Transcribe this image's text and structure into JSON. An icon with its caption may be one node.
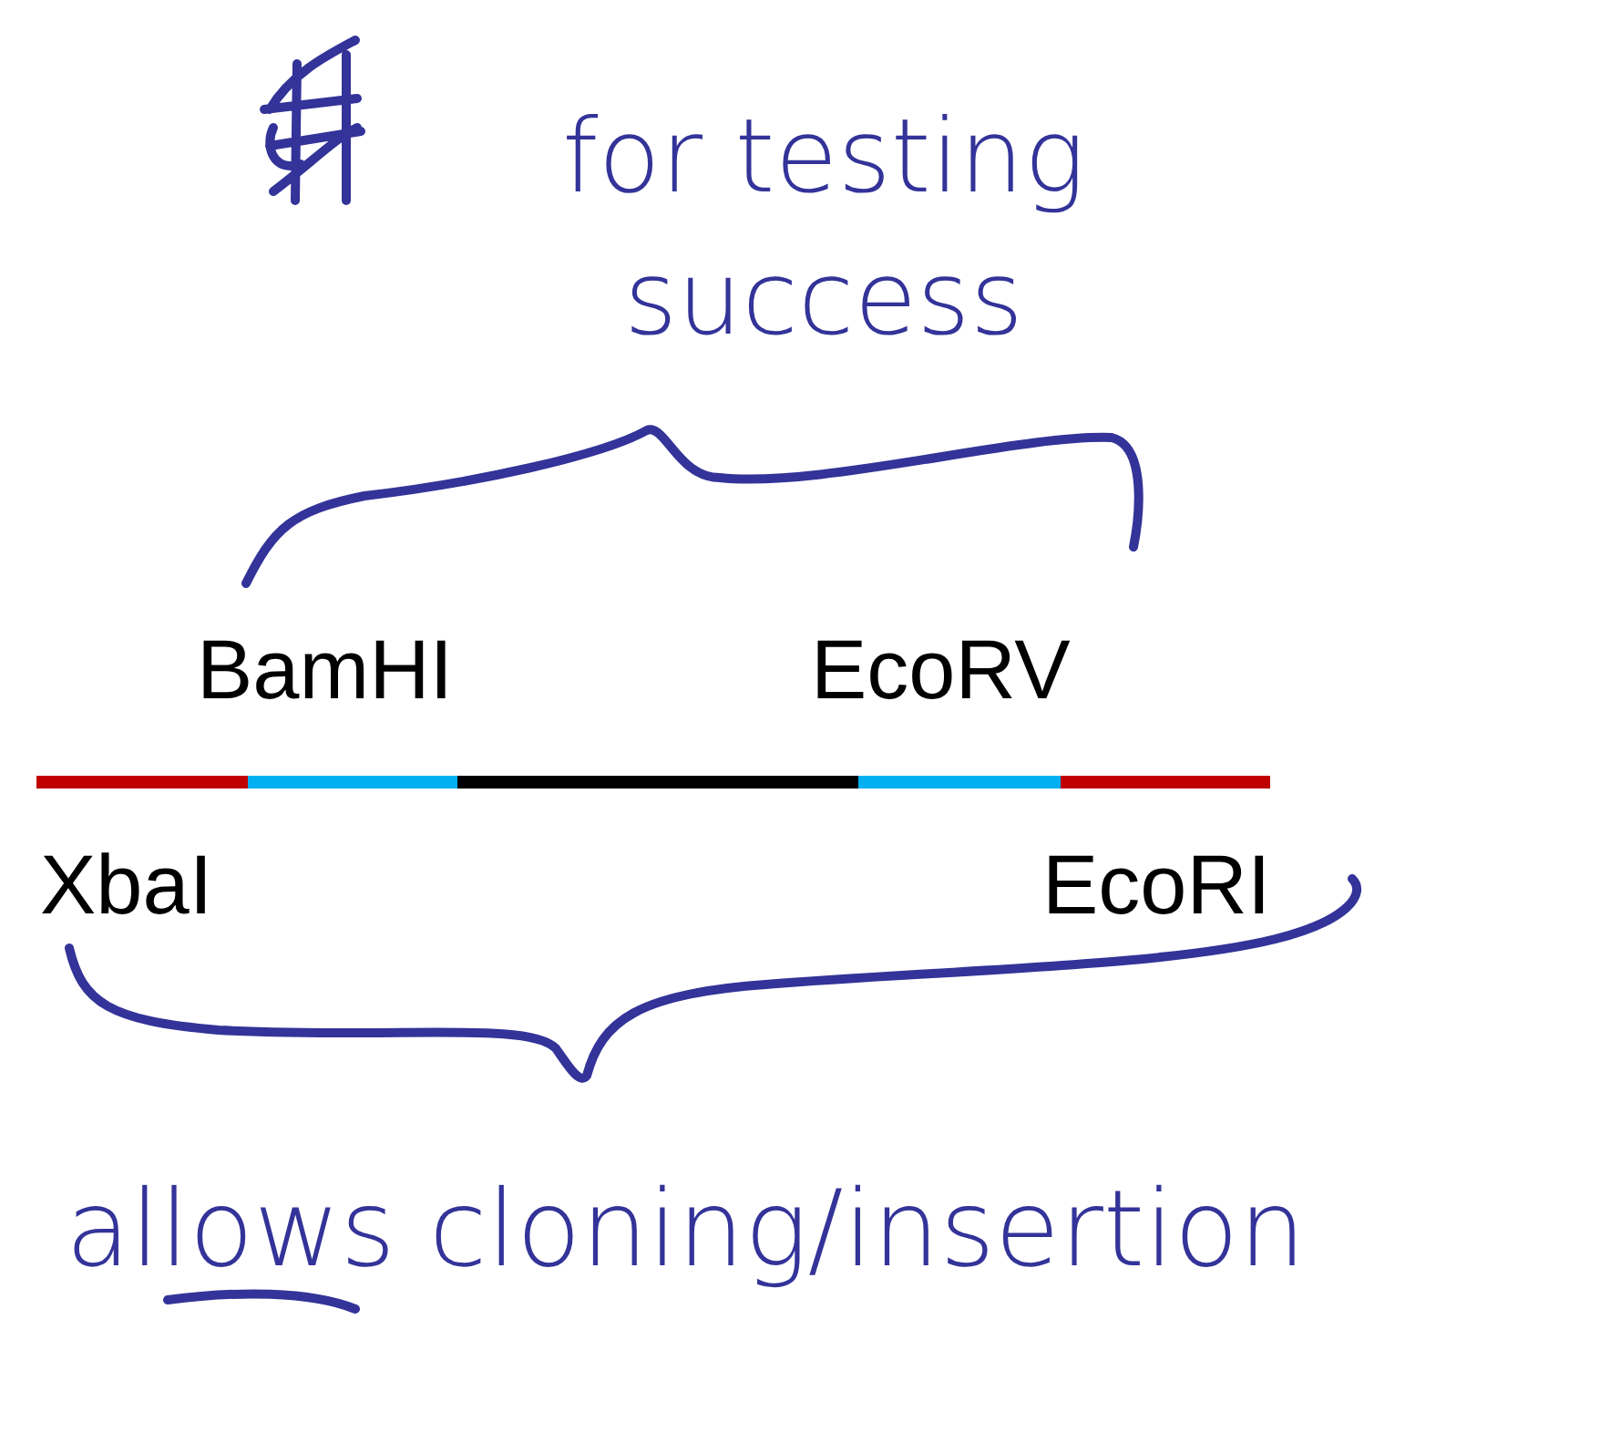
{
  "diagram": {
    "labels": [
      "for testing success",
      "BamHI",
      "EcoRV",
      "XbaI",
      "EcoRI",
      "allows cloning/insertion"
    ]
  }
}
